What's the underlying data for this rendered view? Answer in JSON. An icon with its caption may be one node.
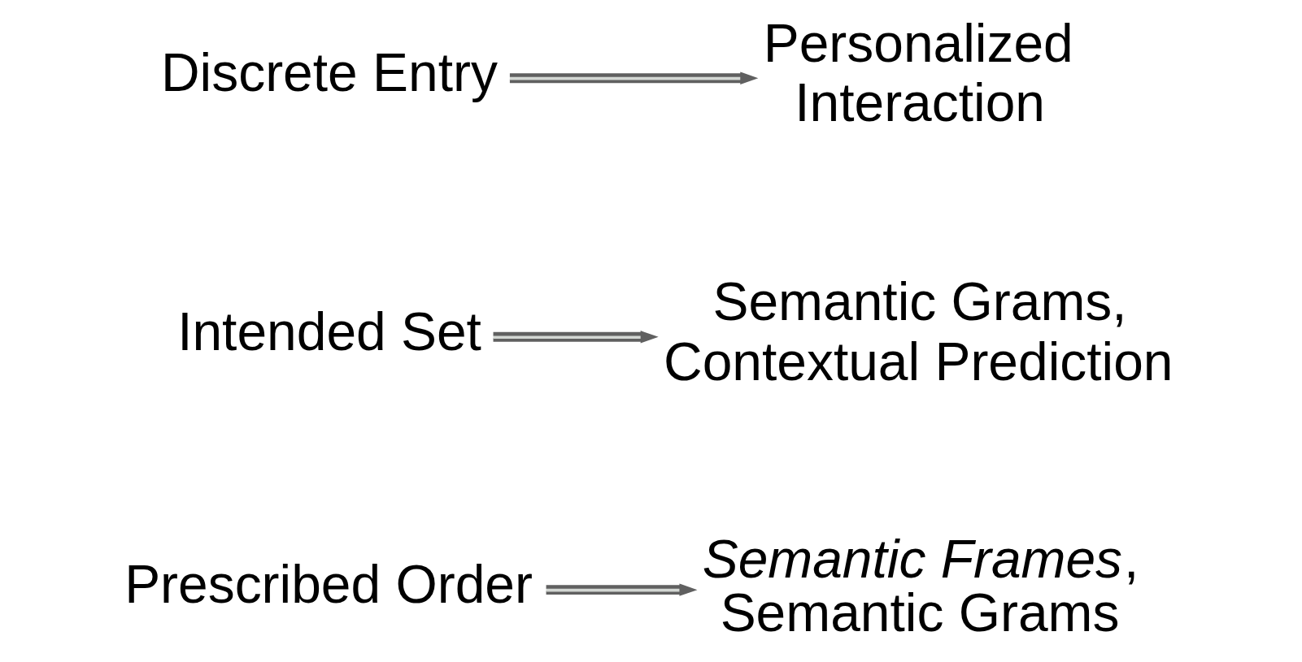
{
  "diagram": {
    "nodes": [
      {
        "text": [
          "Prescribed Order"
        ]
      },
      {
        "text": [
          "*Semantic Frames*, Semantic Grams"
        ]
      },
      {
        "text": [
          "Intended Set"
        ]
      },
      {
        "text": [
          "Semantic Grams, Contextual Prediction"
        ]
      },
      {
        "text": [
          "Discrete Entry"
        ]
      },
      {
        "text": [
          "Personalized Interaction"
        ]
      }
    ],
    "edges": [
      {
        "from": 0,
        "to": 1,
        "arrow": "to"
      },
      {
        "from": 2,
        "to": 3,
        "arrow": "to"
      },
      {
        "from": 4,
        "to": 5,
        "arrow": "to"
      }
    ]
  }
}
